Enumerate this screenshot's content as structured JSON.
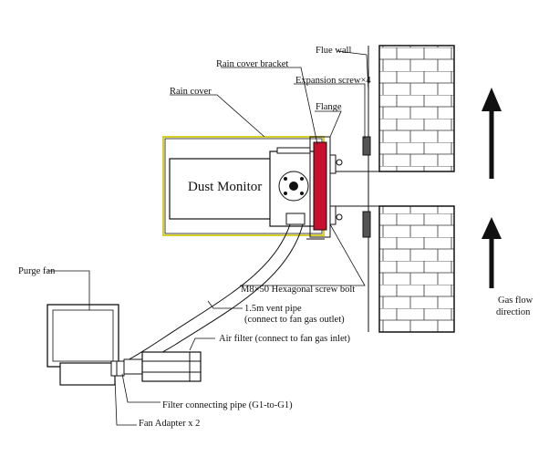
{
  "labels": {
    "flue_wall": "Flue wall",
    "rain_cover_bracket": "Rain cover bracket",
    "expansion_screw": "Expansion screw×4",
    "rain_cover": "Rain cover",
    "flange": "Flange",
    "dust_monitor": "Dust Monitor",
    "purge_fan": "Purge fan",
    "hex_bolt": "M8×50 Hexagonal screw bolt",
    "vent_pipe_line1": "1.5m vent pipe",
    "vent_pipe_line2": "(connect to fan gas outlet)",
    "air_filter": "Air filter (connect to fan gas inlet)",
    "gas_flow_line1": "Gas flow",
    "gas_flow_line2": "direction",
    "filter_pipe": "Filter connecting pipe (G1-to-G1)",
    "fan_adapter": "Fan Adapter x 2"
  },
  "colors": {
    "rain_cover_outline": "#d8cf2a",
    "flange_red": "#c8102e",
    "line": "#111111"
  }
}
